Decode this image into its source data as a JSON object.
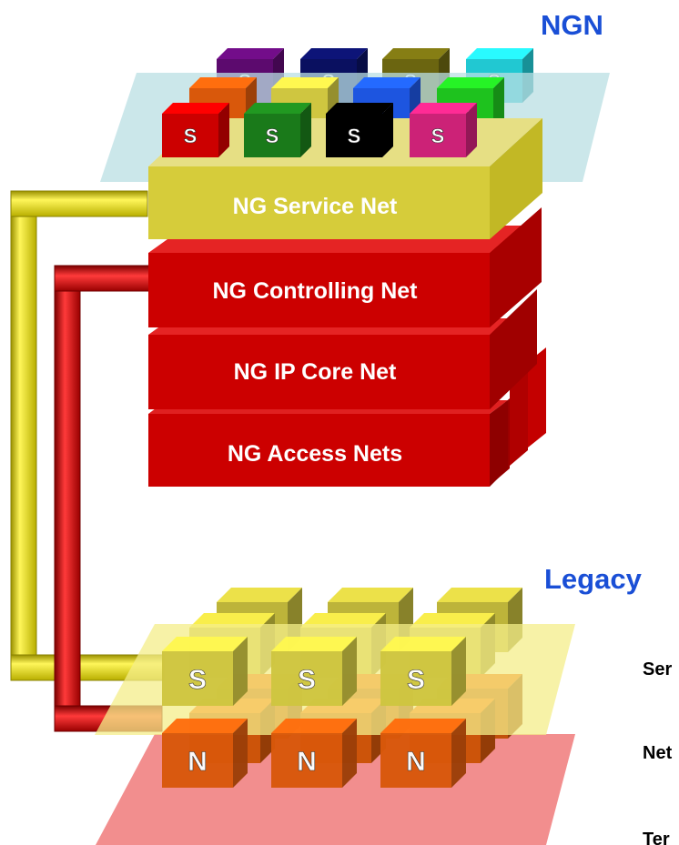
{
  "titles": {
    "ngn": "NGN",
    "legacy": "Legacy"
  },
  "ngn_stack": {
    "service_label": "S",
    "layers": [
      "NG Service Net",
      "NG Controlling Net",
      "NG IP Core Net",
      "NG Access Nets"
    ]
  },
  "legacy_stack": {
    "service_label": "S",
    "network_label": "N"
  },
  "legacy_side_labels": [
    "Ser",
    "Net",
    "Ter"
  ],
  "colors": {
    "title_blue": "#1a4fd6",
    "service_layer": "#d6cc3a",
    "red_layer": "#cc0000",
    "yellow_link": "#f2ea1e",
    "red_link": "#d40000",
    "service_plane": "#b9dfe3",
    "legacy_service_plane": "#f4ee8a",
    "legacy_network_plane": "#f07a7a",
    "legacy_service_cube": "#cfc640",
    "legacy_network_cube": "#d9580b"
  }
}
